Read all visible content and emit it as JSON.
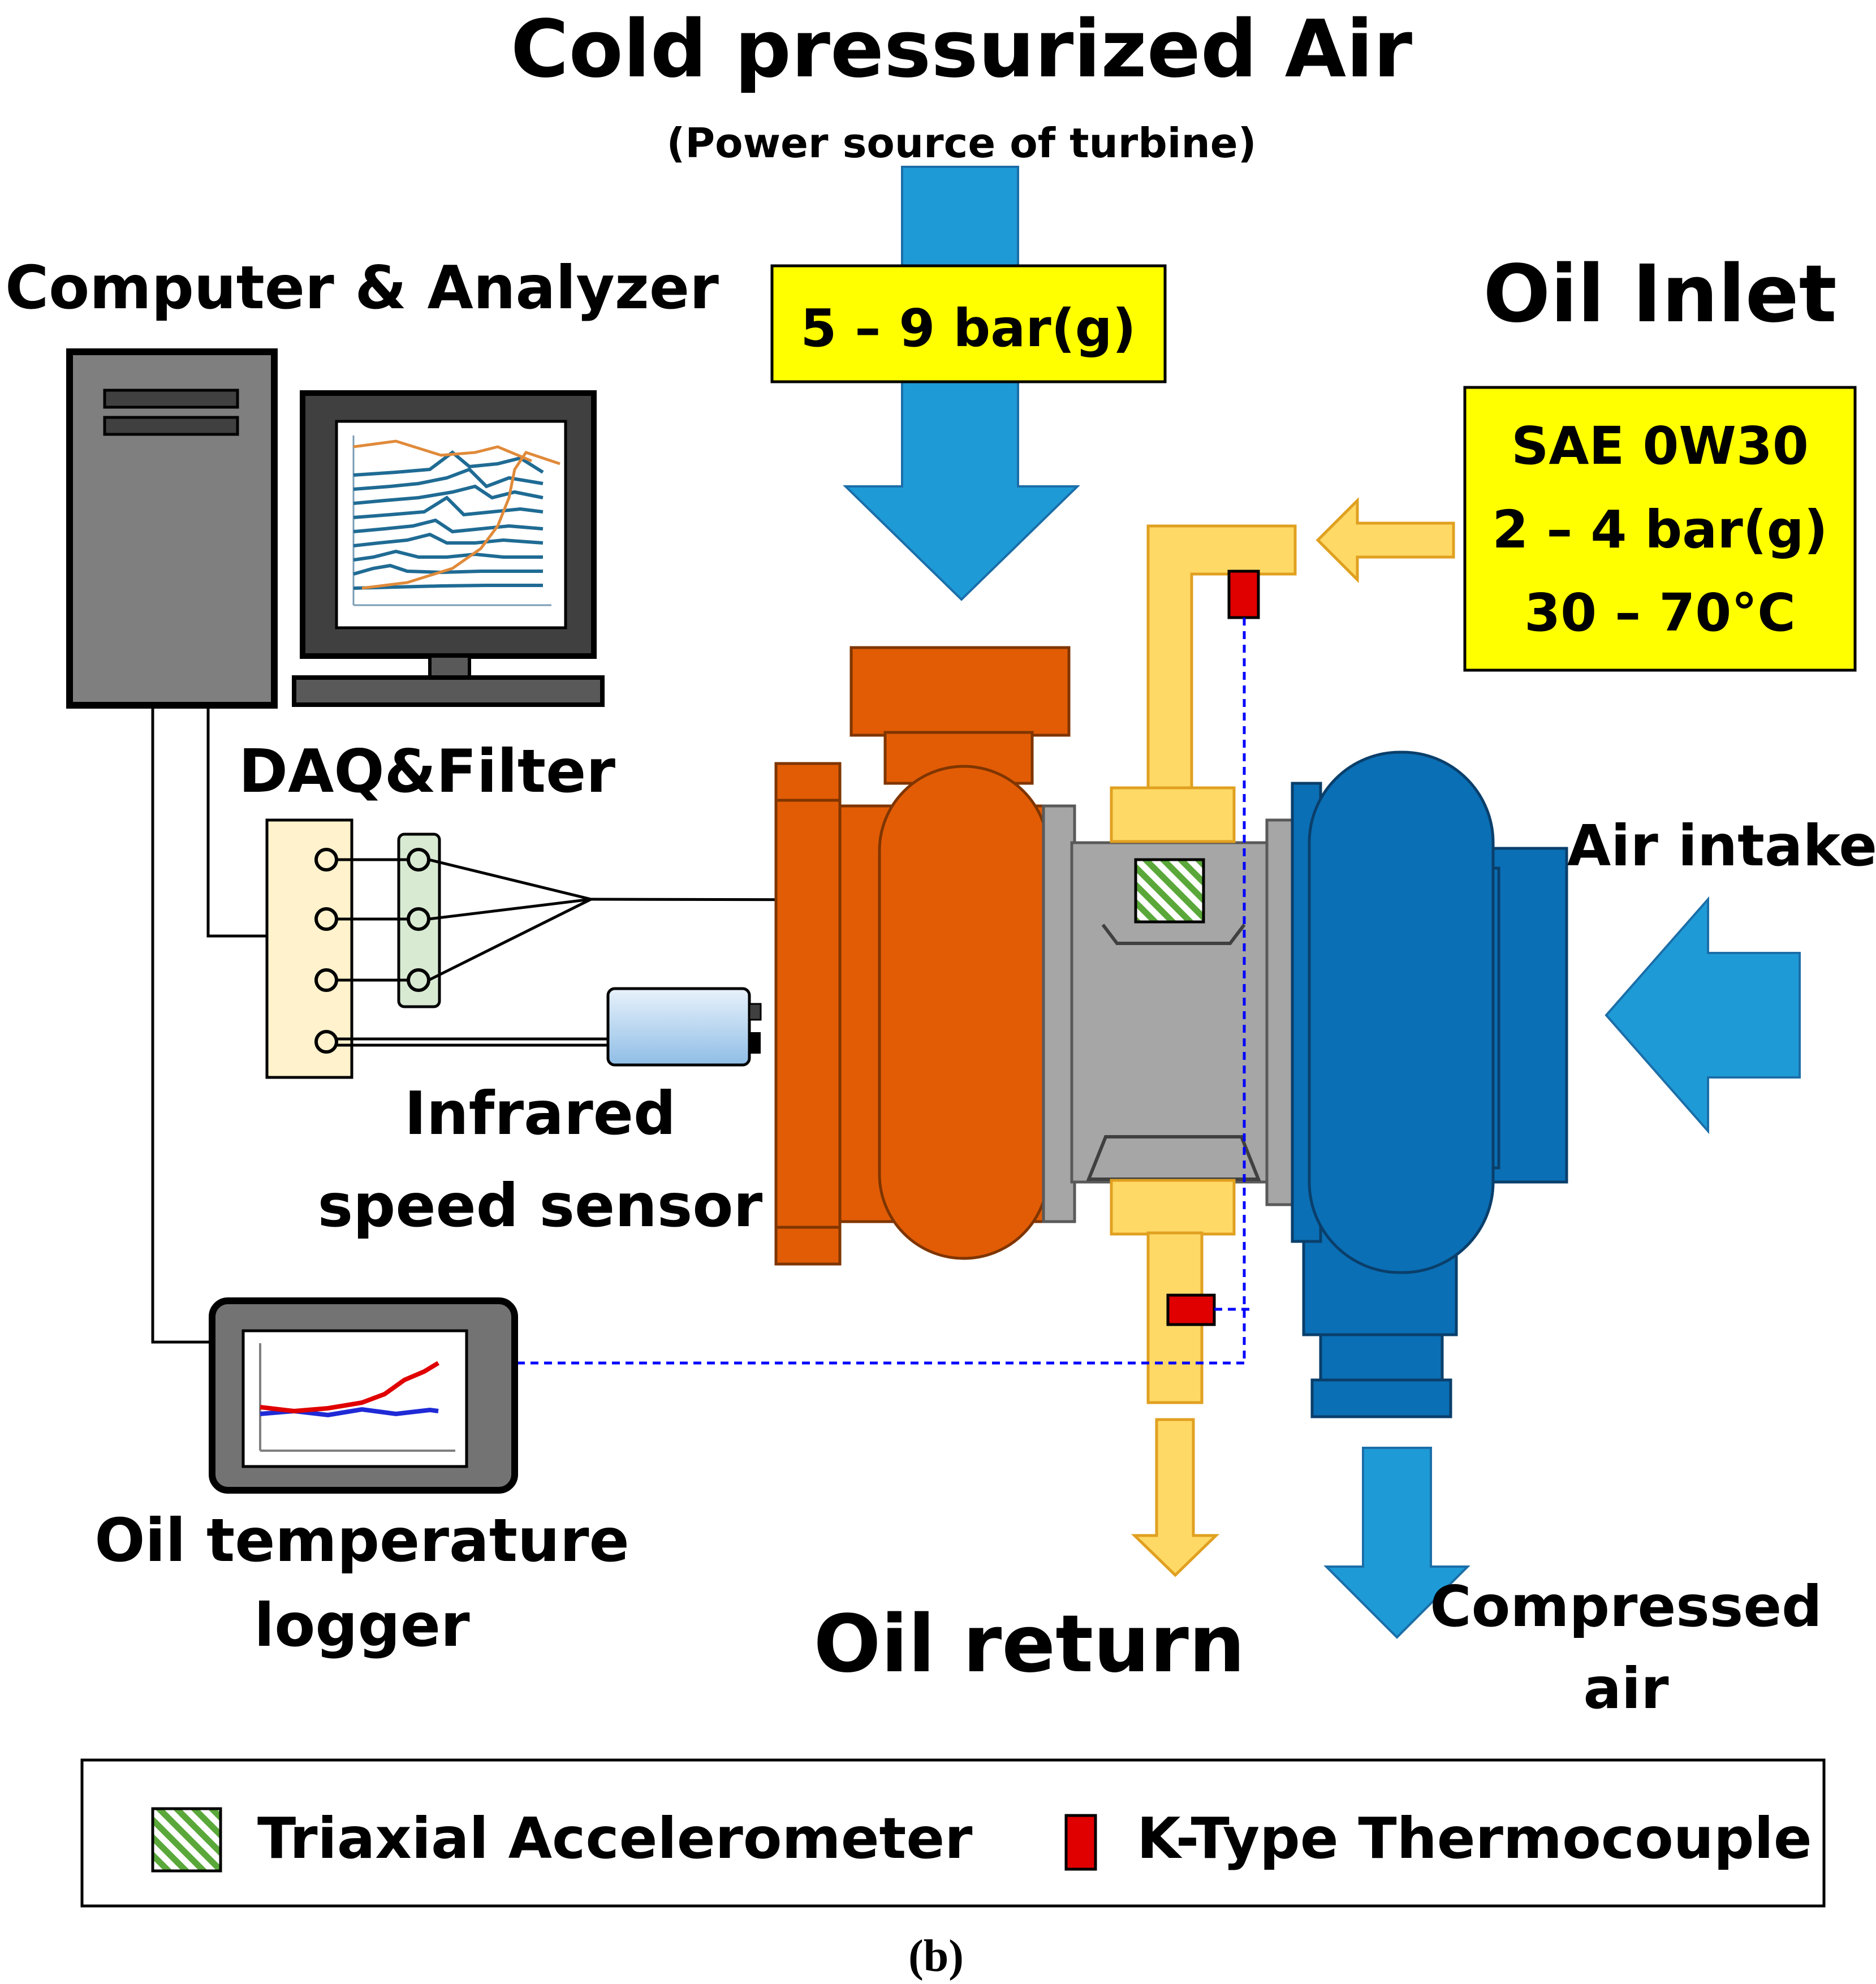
{
  "title": "Cold pressurized Air",
  "subtitle": "(Power source of turbine)",
  "labels": {
    "air_pressure": "5 – 9 bar(g)",
    "computer": "Computer & Analyzer",
    "daq": "DAQ&Filter",
    "infrared_line1": "Infrared",
    "infrared_line2": "speed sensor",
    "oil_inlet": "Oil Inlet",
    "oil_spec_line1": "SAE 0W30",
    "oil_spec_line2": "2 – 4 bar(g)",
    "oil_spec_line3": "30 – 70°C",
    "air_intake": "Air intake",
    "oil_logger_line1": "Oil temperature",
    "oil_logger_line2": "logger",
    "oil_return": "Oil return",
    "compressed_line1": "Compressed",
    "compressed_line2": "air"
  },
  "legend": {
    "accelerometer": "Triaxial Accelerometer",
    "thermocouple": "K-Type Thermocouple"
  },
  "caption": "(b)",
  "colors": {
    "air_blue": "#1e9bd7",
    "compressor_blue": "#0a6fb5",
    "turbine_orange": "#e25c05",
    "oil_yellow": "#ffd966",
    "highlight_yellow": "#ffff00",
    "accelerometer_green": "#4ea72e",
    "thermocouple_red": "#e00000",
    "bearing_gray": "#a6a6a6",
    "signal_blue": "#0000ff"
  }
}
